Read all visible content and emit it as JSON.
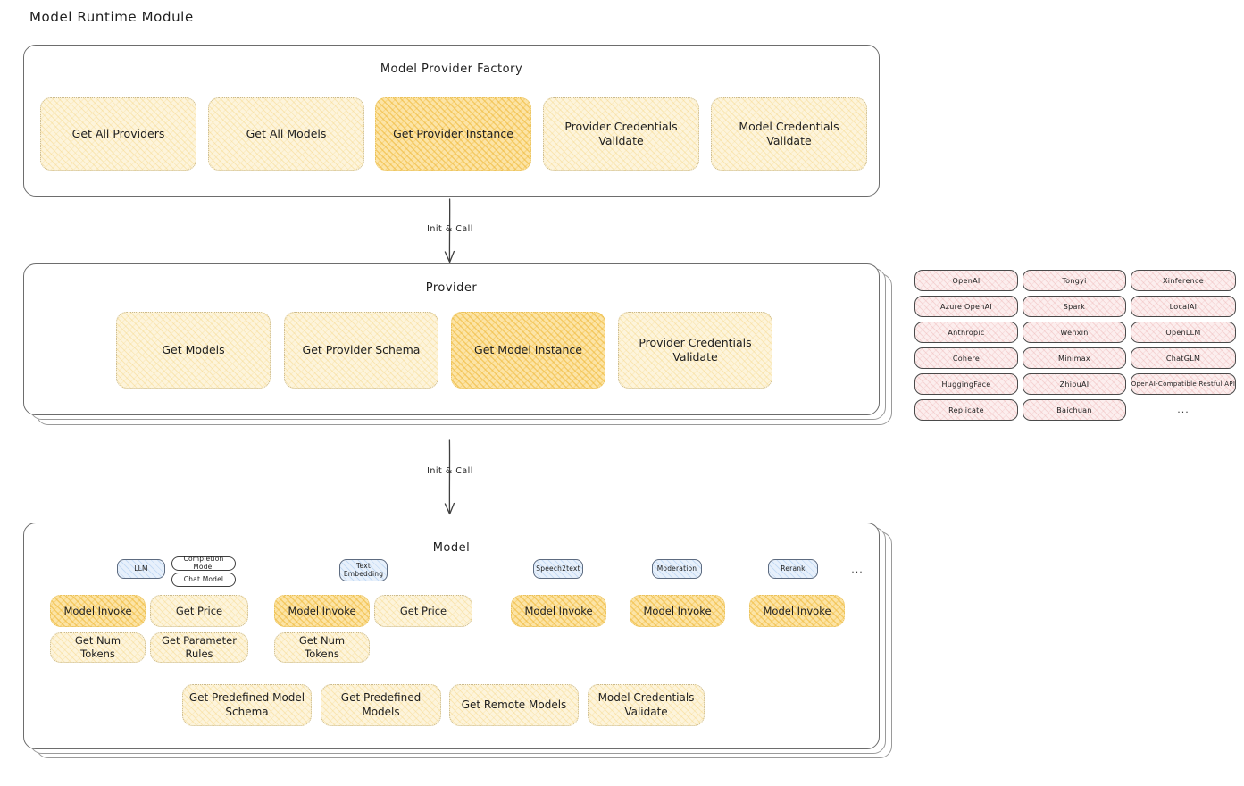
{
  "title": "Model Runtime Module",
  "factory": {
    "title": "Model Provider Factory",
    "items": [
      {
        "label": "Get All Providers",
        "highlight": false
      },
      {
        "label": "Get All Models",
        "highlight": false
      },
      {
        "label": "Get Provider Instance",
        "highlight": true
      },
      {
        "label": "Provider Credentials Validate",
        "highlight": false
      },
      {
        "label": "Model Credentials Validate",
        "highlight": false
      }
    ]
  },
  "arrow1": {
    "label": "Init & Call"
  },
  "provider": {
    "title": "Provider",
    "items": [
      {
        "label": "Get Models",
        "highlight": false
      },
      {
        "label": "Get Provider Schema",
        "highlight": false
      },
      {
        "label": "Get Model Instance",
        "highlight": true
      },
      {
        "label": "Provider Credentials Validate",
        "highlight": false
      }
    ]
  },
  "arrow2": {
    "label": "Init & Call"
  },
  "provider_list": {
    "columns": [
      [
        "OpenAI",
        "Azure OpenAI",
        "Anthropic",
        "Cohere",
        "HuggingFace",
        "Replicate"
      ],
      [
        "Tongyi",
        "Spark",
        "Wenxin",
        "Minimax",
        "ZhipuAI",
        "Baichuan"
      ],
      [
        "Xinference",
        "LocalAI",
        "OpenLLM",
        "ChatGLM",
        "OpenAI-Compatible Restful API"
      ]
    ],
    "more": "..."
  },
  "model": {
    "title": "Model",
    "more": "...",
    "types": [
      {
        "name": "LLM",
        "sub": [
          "Completion Model",
          "Chat Model"
        ],
        "methods": [
          {
            "label": "Model Invoke",
            "highlight": true
          },
          {
            "label": "Get Price",
            "highlight": false
          },
          {
            "label": "Get Num Tokens",
            "highlight": false
          },
          {
            "label": "Get Parameter Rules",
            "highlight": false
          }
        ]
      },
      {
        "name": "Text Embedding",
        "sub": [],
        "methods": [
          {
            "label": "Model Invoke",
            "highlight": true
          },
          {
            "label": "Get Price",
            "highlight": false
          },
          {
            "label": "Get Num Tokens",
            "highlight": false
          }
        ]
      },
      {
        "name": "Speech2text",
        "sub": [],
        "methods": [
          {
            "label": "Model Invoke",
            "highlight": true
          }
        ]
      },
      {
        "name": "Moderation",
        "sub": [],
        "methods": [
          {
            "label": "Model Invoke",
            "highlight": true
          }
        ]
      },
      {
        "name": "Rerank",
        "sub": [],
        "methods": [
          {
            "label": "Model Invoke",
            "highlight": true
          }
        ]
      }
    ],
    "common": [
      "Get Predefined Model Schema",
      "Get Predefined Models",
      "Get Remote Models",
      "Model Credentials Validate"
    ]
  },
  "colors": {
    "leaf_fill": "#fdf4db",
    "leaf_highlight_fill": "#fce4a6",
    "chip_fill": "#fceeee",
    "type_chip_fill": "#e7f0fb",
    "card_border": "#6d6d6d",
    "text": "#1e1e1e"
  }
}
